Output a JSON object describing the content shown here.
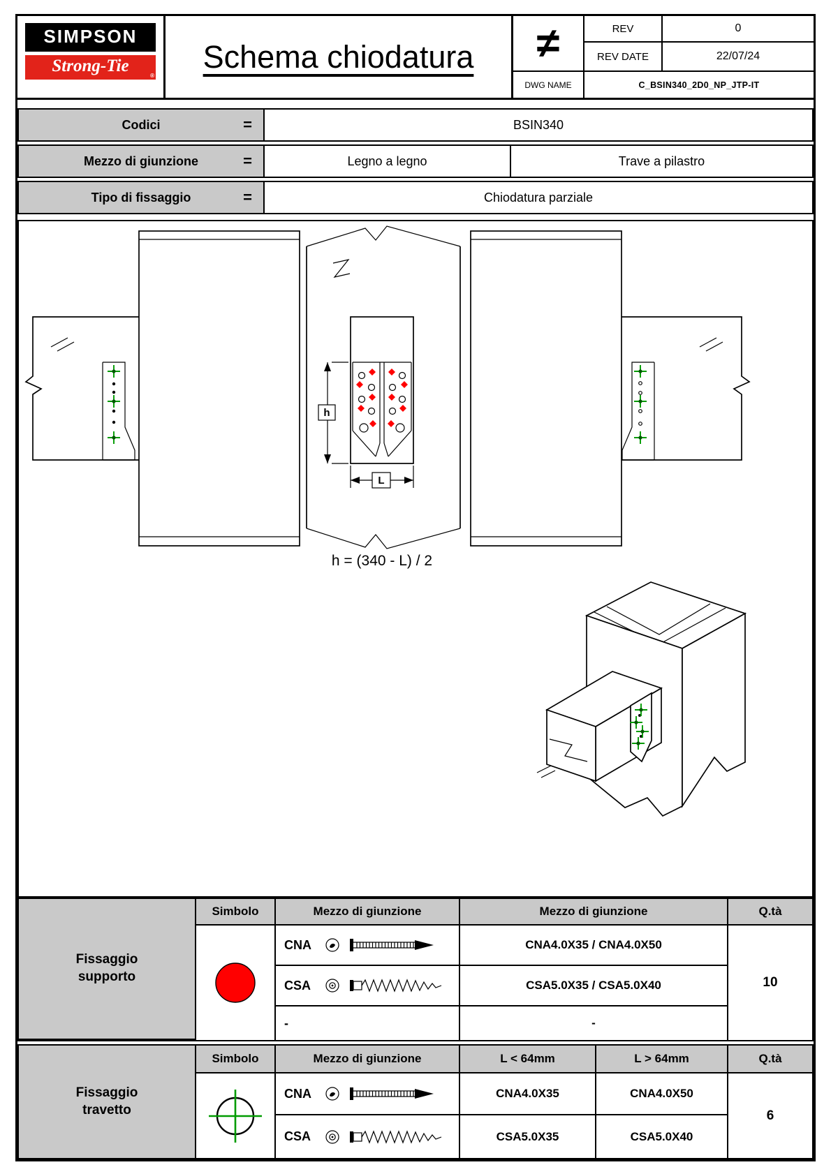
{
  "header": {
    "logo_simpson": "SIMPSON",
    "logo_strongtie": "Strong-Tie",
    "logo_reg": "®",
    "title": "Schema chiodatura",
    "neq": "≠",
    "rev_label": "REV",
    "rev_value": "0",
    "rev_date_label": "REV DATE",
    "rev_date_value": "22/07/24",
    "dwg_label": "DWG NAME",
    "dwg_value": "C_BSIN340_2D0_NP_JTP-IT"
  },
  "info_rows": [
    {
      "label": "Codici",
      "eq": "=",
      "values": [
        "BSIN340"
      ]
    },
    {
      "label": "Mezzo di giunzione",
      "eq": "=",
      "values": [
        "Legno a legno",
        "Trave a pilastro"
      ]
    },
    {
      "label": "Tipo di fissaggio",
      "eq": "=",
      "values": [
        "Chiodatura parziale"
      ]
    }
  ],
  "drawing": {
    "formula": "h = (340 - L) / 2",
    "dim_h_label": "h",
    "dim_l_label": "L"
  },
  "table_supporto": {
    "label": "Fissaggio supporto",
    "col_simbolo": "Simbolo",
    "col_mezzo1": "Mezzo di giunzione",
    "col_mezzo2": "Mezzo di giunzione",
    "col_qty": "Q.tà",
    "rows": [
      {
        "code": "CNA",
        "fastener": "nail",
        "value": "CNA4.0X35 / CNA4.0X50"
      },
      {
        "code": "CSA",
        "fastener": "screw",
        "value": "CSA5.0X35 / CSA5.0X40"
      },
      {
        "code": "-",
        "fastener": "none",
        "value": "-"
      }
    ],
    "qty": "10"
  },
  "table_travetto": {
    "label": "Fissaggio travetto",
    "col_simbolo": "Simbolo",
    "col_mezzo": "Mezzo di giunzione",
    "col_l_lt": "L < 64mm",
    "col_l_gt": "L > 64mm",
    "col_qty": "Q.tà",
    "rows": [
      {
        "code": "CNA",
        "fastener": "nail",
        "v1": "CNA4.0X35",
        "v2": "CNA4.0X50"
      },
      {
        "code": "CSA",
        "fastener": "screw",
        "v1": "CSA5.0X35",
        "v2": "CSA5.0X40"
      }
    ],
    "qty": "6"
  },
  "colors": {
    "logo_red": "#e2231a",
    "marker_red": "#ff0000",
    "marker_green": "#009b00",
    "header_gray": "#c9c9c9"
  }
}
